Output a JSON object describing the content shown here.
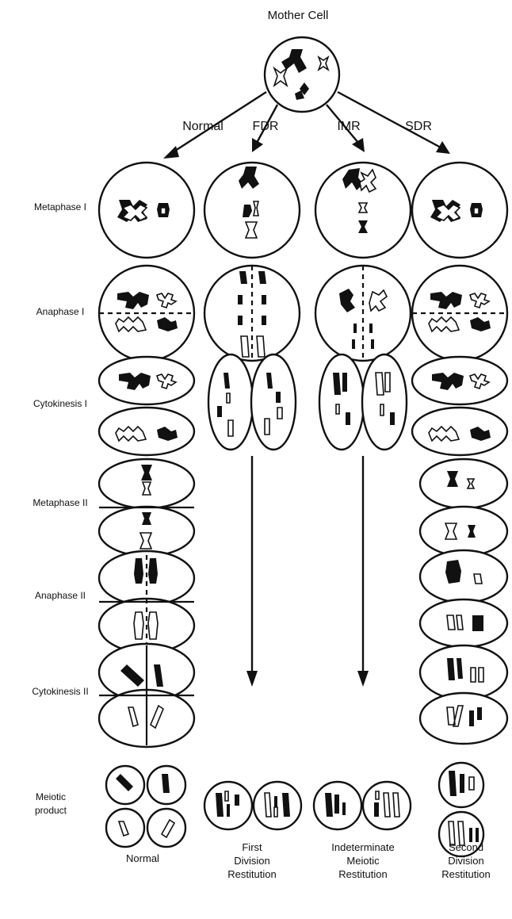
{
  "diagram": {
    "title": "Mother Cell",
    "branches": [
      "Normal",
      "FDR",
      "IMR",
      "SDR"
    ],
    "stages": [
      "Metaphase I",
      "Anaphase I",
      "Cytokinesis I",
      "Metaphase II",
      "Anaphase II",
      "Cytokinesis II",
      "Meiotic product"
    ],
    "outcomes": [
      "Normal",
      "First Division Restitution",
      "Indeterminate Meiotic Restitution",
      "Second Division Restitution"
    ],
    "stage_lines": {
      "meiotic_product": [
        "Meiotic",
        "product"
      ]
    },
    "outcome_lines": [
      [
        "Normal"
      ],
      [
        "First",
        "Division",
        "Restitution"
      ],
      [
        "Indeterminate",
        "Meiotic",
        "Restitution"
      ],
      [
        "Second",
        "Division",
        "Restitution"
      ]
    ]
  }
}
